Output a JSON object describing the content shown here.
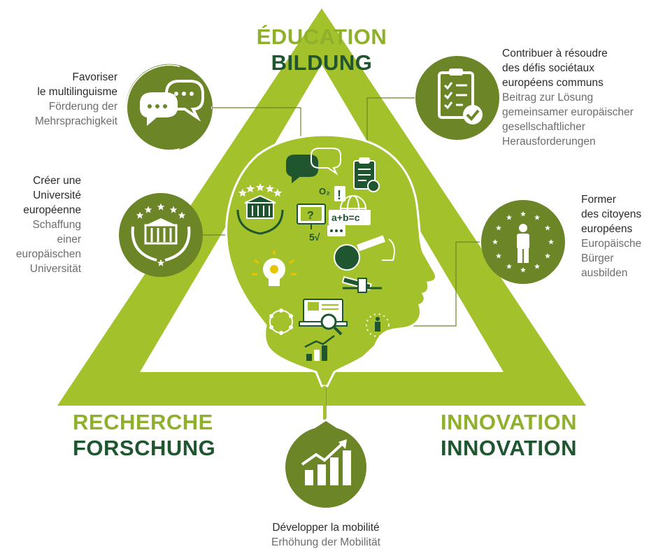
{
  "corners": {
    "education": {
      "fr": "ÉDUCATION",
      "de": "BILDUNG"
    },
    "research": {
      "fr": "RECHERCHE",
      "de": "FORSCHUNG"
    },
    "innovation": {
      "fr": "INNOVATION",
      "de": "INNOVATION"
    }
  },
  "goals": {
    "multilingualism": {
      "fr": [
        "Favoriser",
        "le multilinguisme"
      ],
      "de": [
        "Förderung der",
        "Mehrsprachigkeit"
      ],
      "icon": "speech-bubbles-icon"
    },
    "university": {
      "fr": [
        "Créer une",
        "Université",
        "européenne"
      ],
      "de": [
        "Schaffung",
        "einer",
        "europäischen",
        "Universität"
      ],
      "icon": "university-laurel-icon"
    },
    "societal": {
      "fr": [
        "Contribuer à résoudre",
        "des défis sociétaux",
        "européens communs"
      ],
      "de": [
        "Beitrag zur Lösung",
        "gemeinsamer europäischer",
        "gesellschaftlicher",
        "Herausforderungen"
      ],
      "icon": "clipboard-checklist-icon"
    },
    "citizens": {
      "fr": [
        "Former",
        "des citoyens",
        "européens"
      ],
      "de": [
        "Europäische",
        "Bürger",
        "ausbilden"
      ],
      "icon": "european-citizen-icon"
    },
    "mobility": {
      "fr": [
        "Développer la mobilité"
      ],
      "de": [
        "Erhöhung der Mobilität"
      ],
      "icon": "growth-chart-icon"
    }
  },
  "head_icons": {
    "formula_text": "a+b=c",
    "o2_text": "O₂",
    "root_text": "5√",
    "exclaim_text": "!",
    "question_text": "?"
  },
  "colors": {
    "light_green": "#a3c12b",
    "dark_olive": "#6b8527",
    "label_light": "#8fb02b",
    "label_dark": "#1f5630",
    "text_dark": "#2b2b2b",
    "text_grey": "#6d6d6d"
  }
}
